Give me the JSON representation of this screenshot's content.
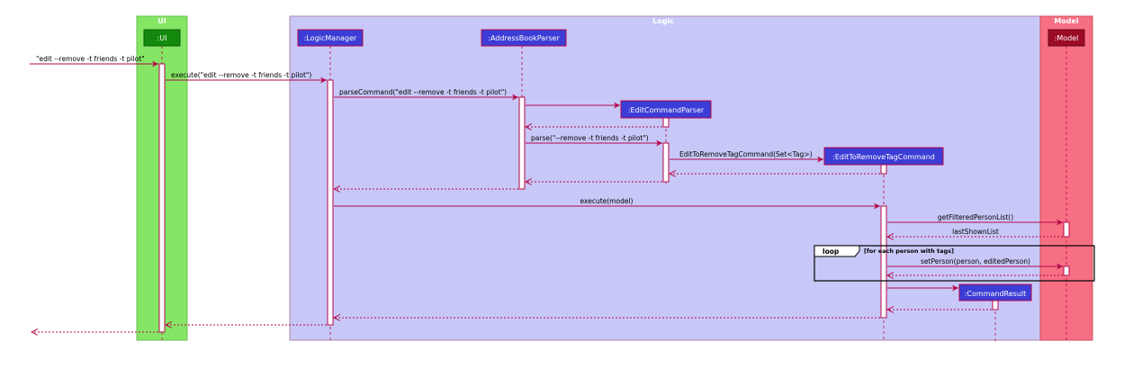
{
  "boxes": {
    "ui": "UI",
    "logic": "Logic",
    "model": "Model"
  },
  "participants": {
    "ui": ":UI",
    "logic_manager": ":LogicManager",
    "address_book_parser": ":AddressBookParser",
    "edit_command_parser": ":EditCommandParser",
    "edit_to_remove_tag_command": ":EditToRemoveTagCommand",
    "command_result": ":CommandResult",
    "model": ":Model"
  },
  "messages": {
    "m1": "\"edit --remove -t friends -t pilot\"",
    "m2": "execute(\"edit --remove -t friends -t pilot\")",
    "m3": "parseCommand(\"edit --remove -t friends -t pilot\")",
    "m4": "parse(\"--remove -t friends -t pilot\")",
    "m5": "EditToRemoveTagCommand(Set<Tag>)",
    "m6": "execute(model)",
    "m7": "getFilteredPersonList()",
    "m8": "lastShownList",
    "m9": "setPerson(person, editedPerson)"
  },
  "loop": {
    "keyword": "loop",
    "guard": "[for each person with tags]"
  },
  "colors": {
    "ui_box": "#85e665",
    "logic_box": "#c8c8f8",
    "model_box": "#f76f83",
    "ui_participant": "#138a0d",
    "logic_participant": "#3c3cd6",
    "model_participant": "#9c0b25",
    "arrow": "#b5094a"
  }
}
